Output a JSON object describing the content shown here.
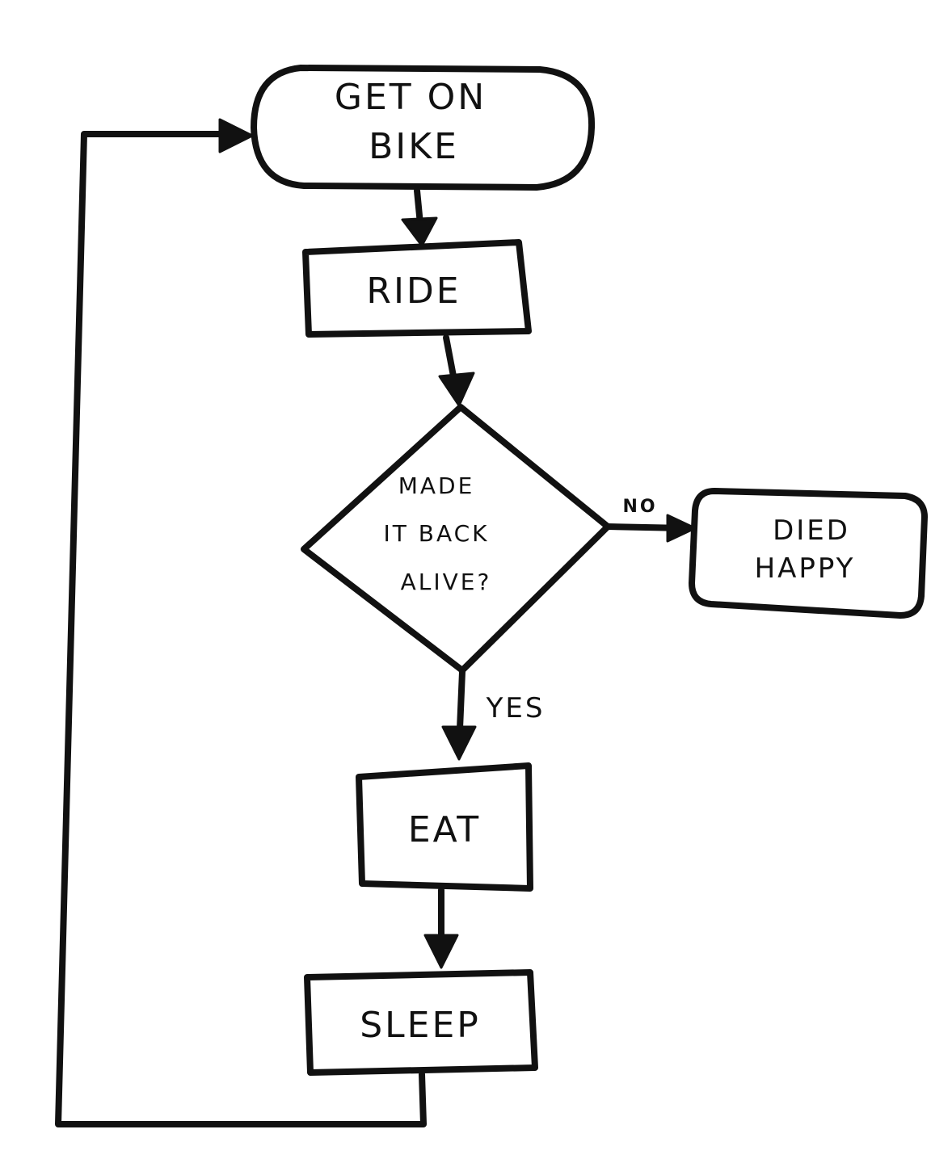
{
  "diagram": {
    "nodes": {
      "start": {
        "lines": [
          "GET ON",
          "BIKE"
        ]
      },
      "ride": {
        "label": "RIDE"
      },
      "decision": {
        "lines": [
          "MADE",
          "IT  BACK",
          "ALIVE?"
        ]
      },
      "died": {
        "lines": [
          "DIED",
          "HAPPY"
        ]
      },
      "eat": {
        "label": "EAT"
      },
      "sleep": {
        "label": "SLEEP"
      }
    },
    "edges": {
      "no_label": "NO",
      "yes_label": "YES"
    },
    "colors": {
      "ink": "#111111",
      "paper": "#ffffff"
    }
  }
}
